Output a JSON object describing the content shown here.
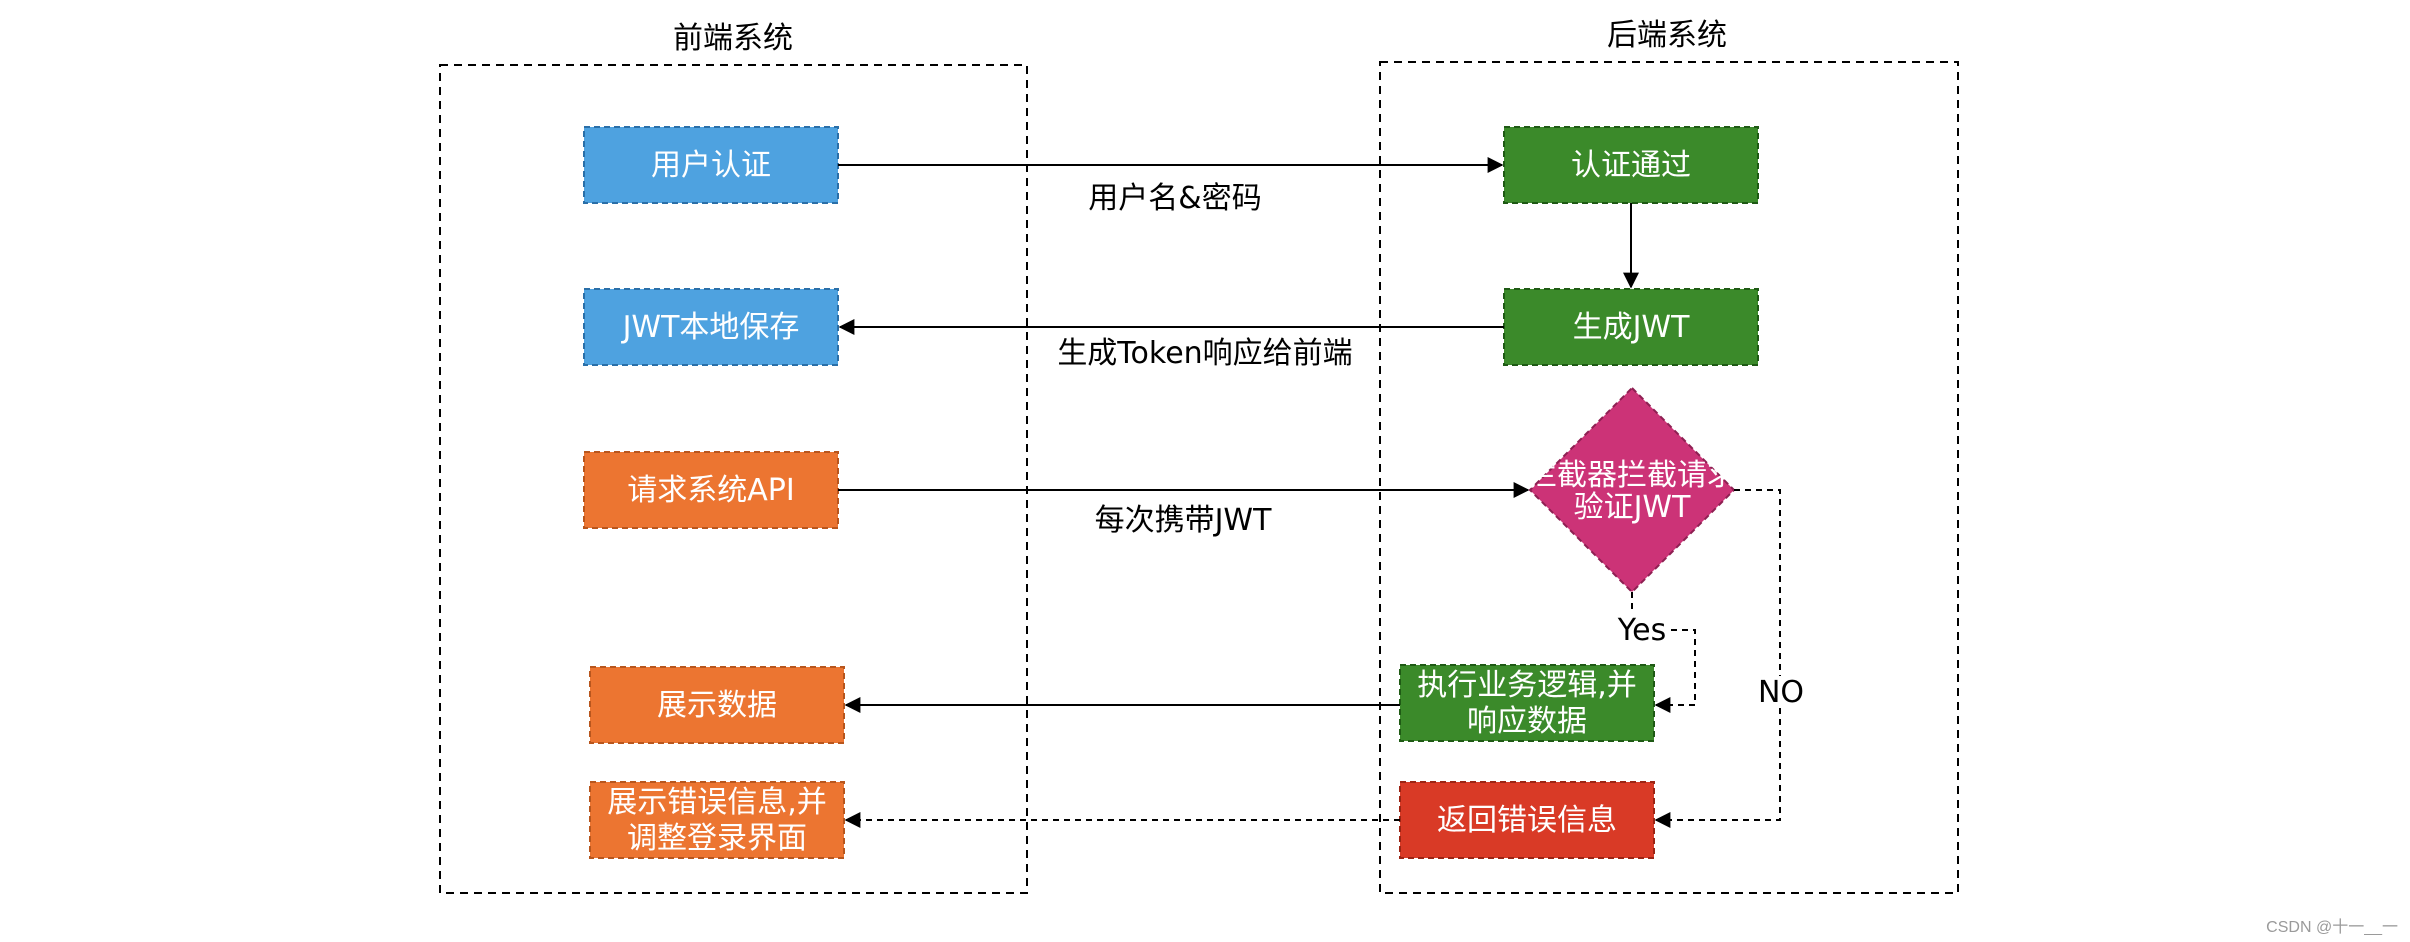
{
  "frontend": {
    "title": "前端系统",
    "nodes": {
      "user_auth": "用户认证",
      "jwt_save": "JWT本地保存",
      "api_request": "请求系统API",
      "show_data": "展示数据",
      "show_error_line1": "展示错误信息,并",
      "show_error_line2": "调整登录界面"
    }
  },
  "backend": {
    "title": "后端系统",
    "nodes": {
      "auth_pass": "认证通过",
      "gen_jwt": "生成JWT",
      "interceptor_line1": "拦截器拦截请求",
      "interceptor_line2": "验证JWT",
      "exec_line1": "执行业务逻辑,并",
      "exec_line2": "响应数据",
      "return_error": "返回错误信息"
    }
  },
  "edges": {
    "credentials": "用户名&密码",
    "token_response": "生成Token响应给前端",
    "carry_jwt": "每次携带JWT",
    "yes": "Yes",
    "no": "NO"
  },
  "colors": {
    "blue": "#4ea2e0",
    "green": "#3b8a2a",
    "orange": "#ec7531",
    "red": "#d93a26",
    "magenta": "#cc3377"
  },
  "watermark": "CSDN @十一__一"
}
